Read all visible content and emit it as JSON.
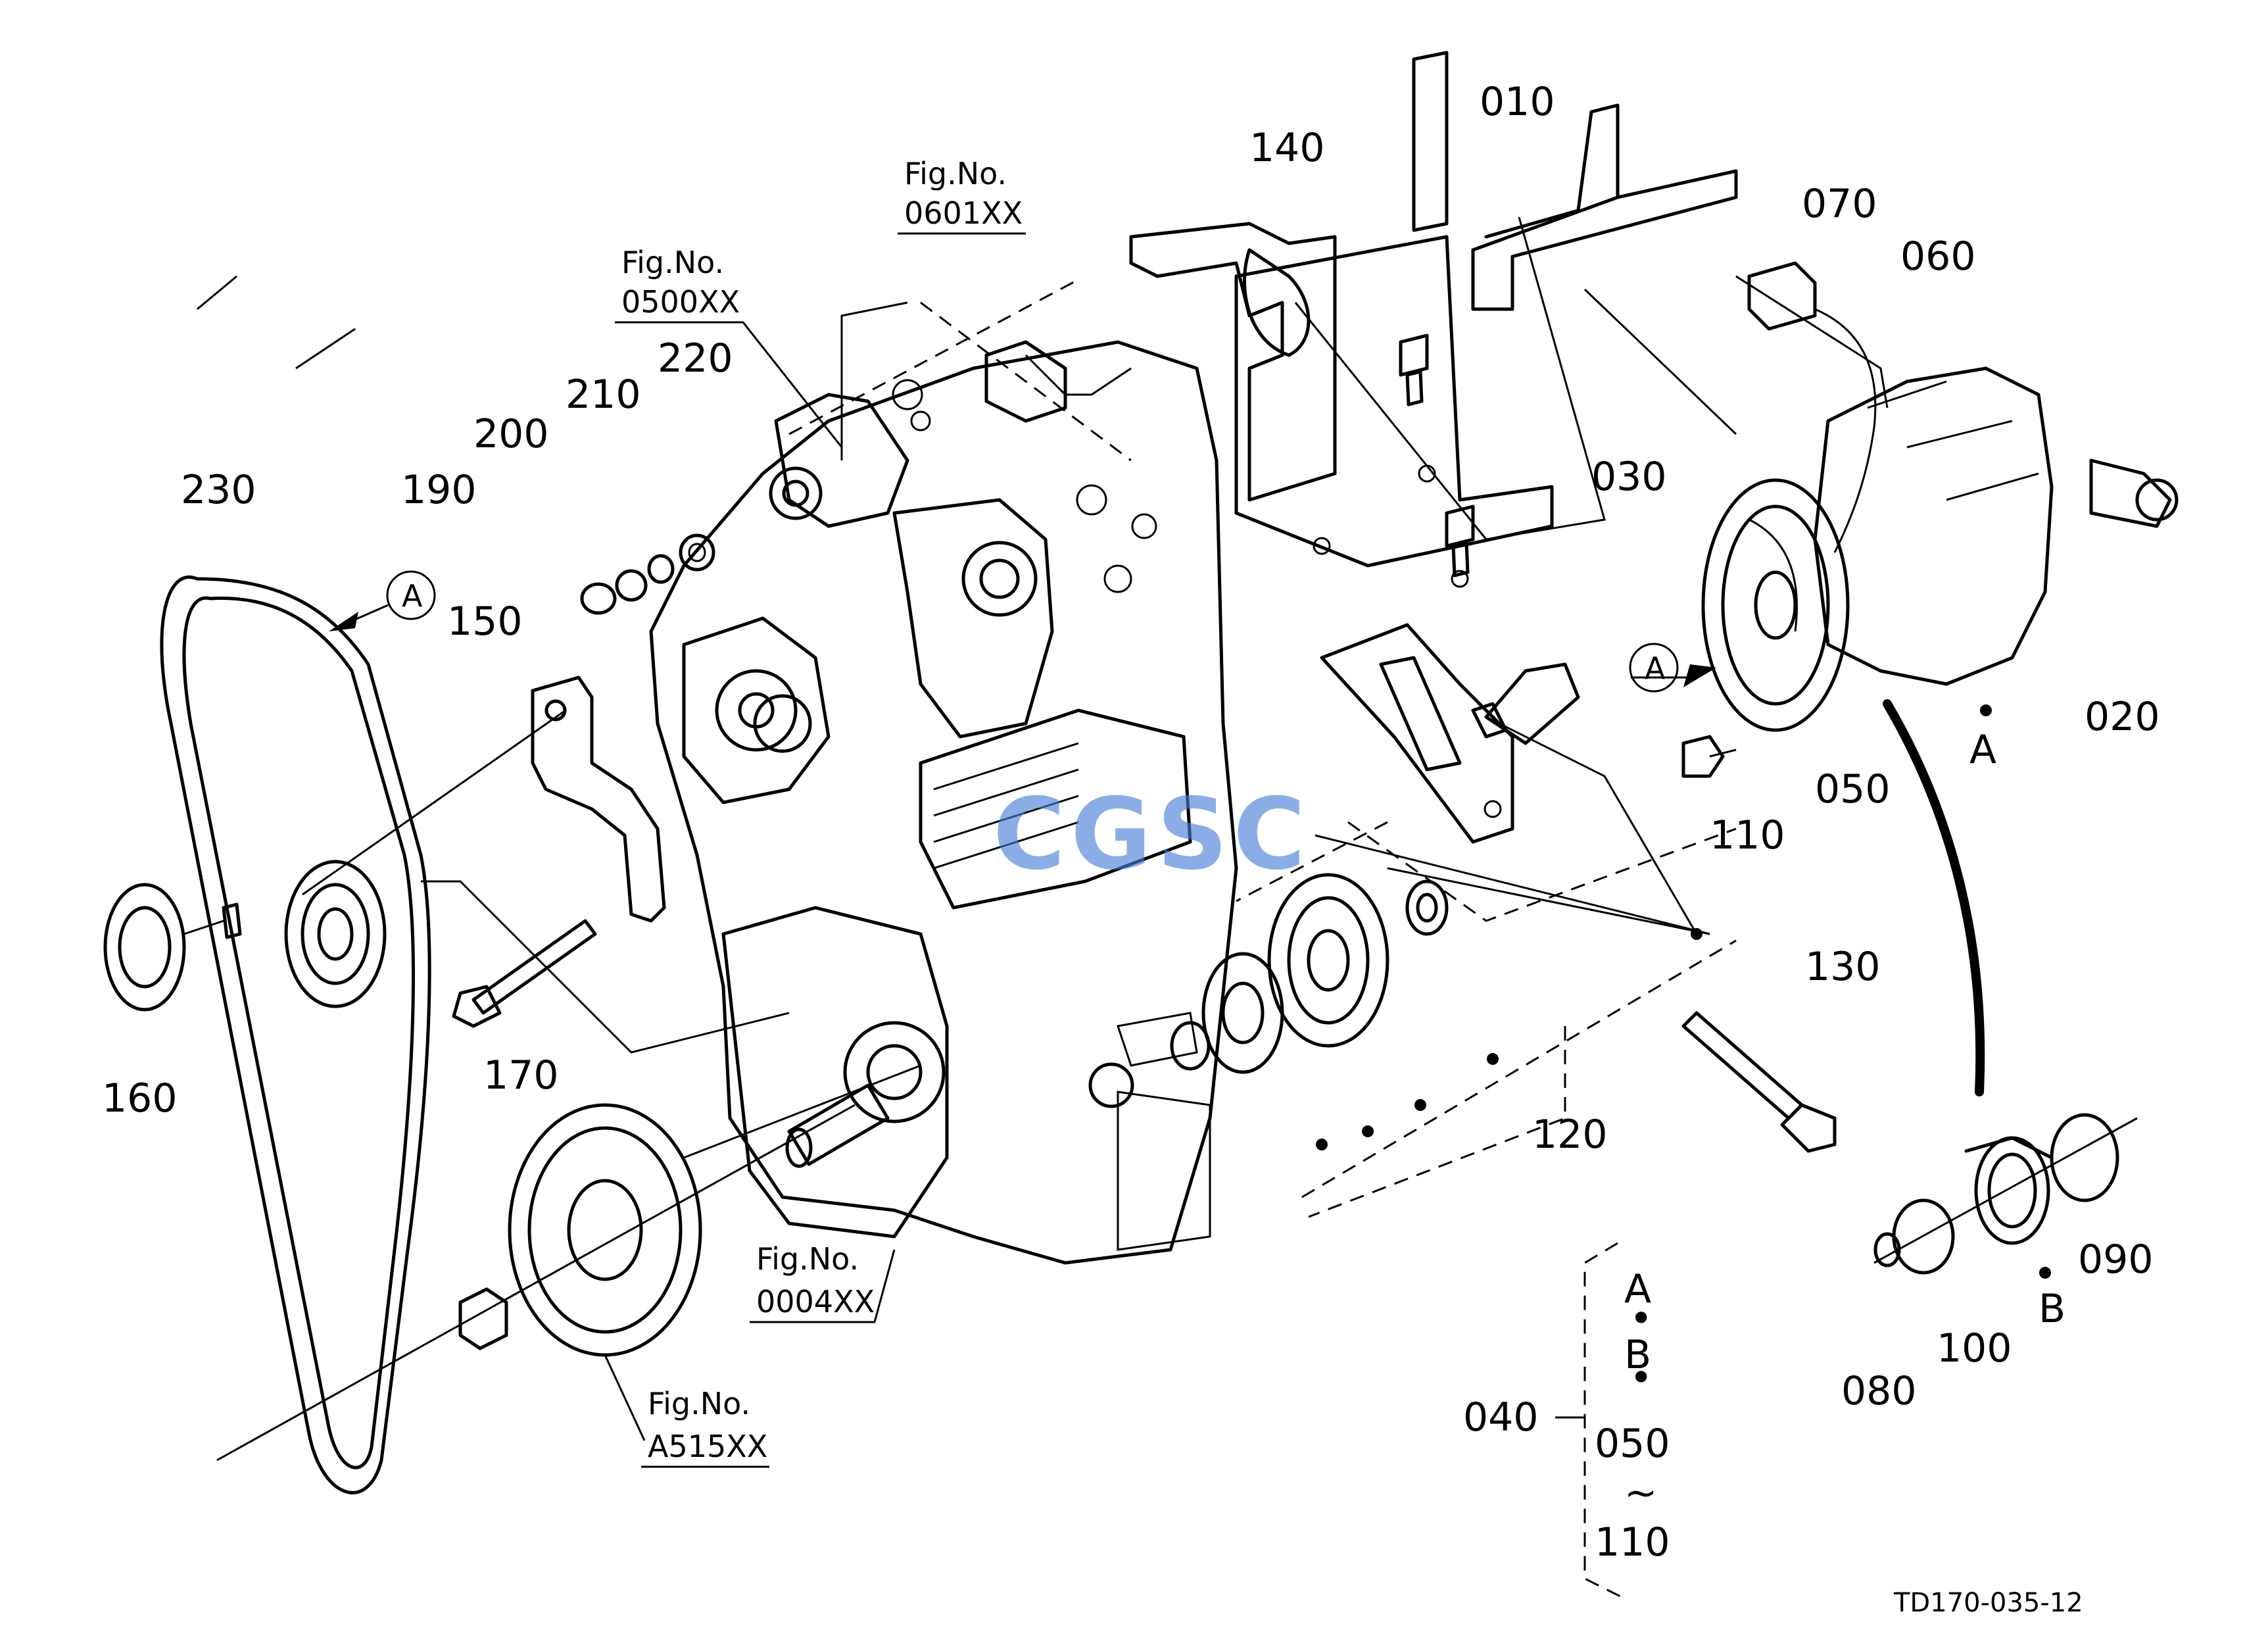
{
  "parts": {
    "p010": "010",
    "p020": "020",
    "p030": "030",
    "p040": "040",
    "p050": "050",
    "p060": "060",
    "p070": "070",
    "p080": "080",
    "p090": "090",
    "p100": "100",
    "p110": "110",
    "p120": "120",
    "p130": "130",
    "p140": "140",
    "p150": "150",
    "p160": "160",
    "p170": "170",
    "p190": "190",
    "p200": "200",
    "p210": "210",
    "p220": "220",
    "p230": "230"
  },
  "figure_refs": {
    "fig0601": {
      "title": "Fig.No.",
      "code": "0601XX"
    },
    "fig0500": {
      "title": "Fig.No.",
      "code": "0500XX"
    },
    "fig0004": {
      "title": "Fig.No.",
      "code": "0004XX"
    },
    "figA515": {
      "title": "Fig.No.",
      "code": "A515XX"
    }
  },
  "view_markers": {
    "a_left": "A",
    "a_right": "A",
    "a_detail": "A",
    "b_detail": "B"
  },
  "assembly_040": {
    "line1": "A",
    "sep1": "•",
    "line2": "B",
    "sep2": "•",
    "line3": "050",
    "tilde": "~",
    "line4": "110"
  },
  "watermark": "CGSC",
  "drawing_code": "TD170-035-12",
  "colors": {
    "ink": "#000000",
    "watermark_blue": "#4a7fd8",
    "watermark_red": "#d9443a",
    "watermark_yellow": "#f0b400",
    "watermark_green": "#2e9b4b"
  }
}
